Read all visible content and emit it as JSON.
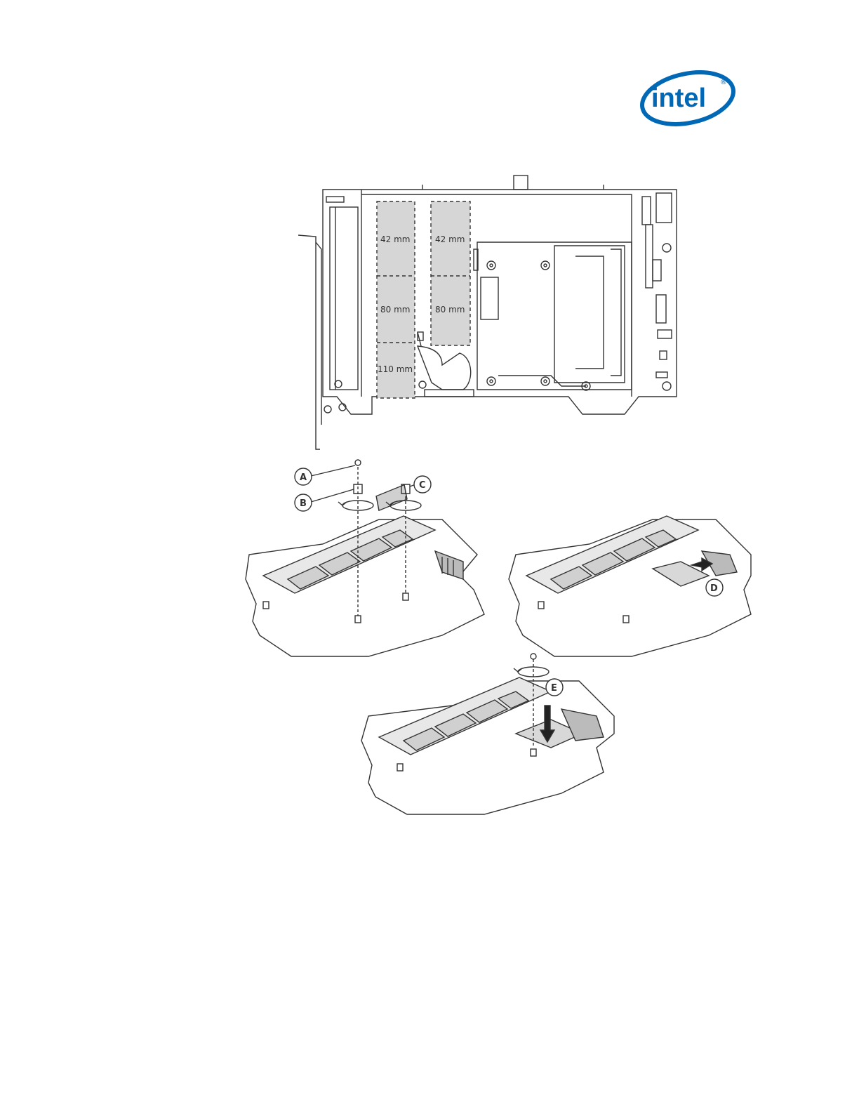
{
  "logo": {
    "text": "intel",
    "mark": "®",
    "color": "#0068b5"
  },
  "diagram": {
    "slot_lengths_left": [
      "42 mm",
      "80 mm",
      "110 mm"
    ],
    "slot_lengths_right": [
      "42 mm",
      "80 mm"
    ],
    "callouts": {
      "a": "A",
      "b": "B",
      "c": "C",
      "d": "D",
      "e": "E"
    },
    "colors": {
      "line": "#333333",
      "slot_fill": "#d6d6d6",
      "ssd_fill": "#e8e8e8"
    }
  }
}
